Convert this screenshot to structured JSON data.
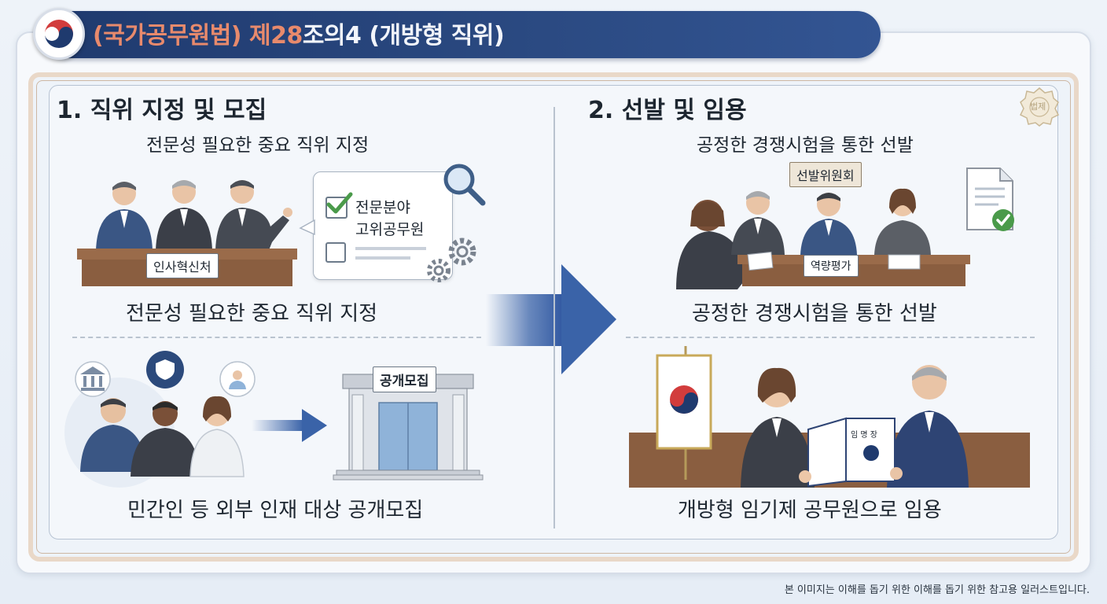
{
  "header": {
    "title_accent": "(국가공무원법) 제28",
    "title_rest": "조의4 (개방형 직위)"
  },
  "left": {
    "section_title": "1. 직위 지정 및 모집",
    "subtitle": "전문성 필요한 중요 직위 지정",
    "desk_sign": "인사혁신처",
    "checklist": [
      "전문분야",
      "고위공무원"
    ],
    "caption_top": "전문성 필요한 중요 직위 지정",
    "building_sign": "공개모집",
    "caption_bottom": "민간인 등 외부 인재 대상 공개모집"
  },
  "right": {
    "section_title": "2. 선발 및 임용",
    "subtitle": "공정한 경쟁시험을 통한 선발",
    "committee_sign": "선발위원회",
    "table_sign": "역량평가",
    "caption_top": "공정한 경쟁시험을 통한 선발",
    "certificate_title": "임 명 장",
    "caption_bottom": "개방형 임기제 공무원으로 임용"
  },
  "seal_text": "법제",
  "footer": {
    "note": "본 이미지는 이해를 돕기 위한 이해를 돕기 위한 참고용 일러스트입니다."
  },
  "colors": {
    "header_bg": "#1f3a6e",
    "header_accent": "#e88a6c",
    "arrow_blue": "#3a63a8"
  },
  "icons": [
    "emblem-icon",
    "magnifier-icon",
    "gear-icon",
    "checkbox-icon",
    "document-icon",
    "bank-icon",
    "shield-icon",
    "doctor-icon",
    "arrow-right-icon",
    "flag-icon",
    "seal-icon"
  ]
}
